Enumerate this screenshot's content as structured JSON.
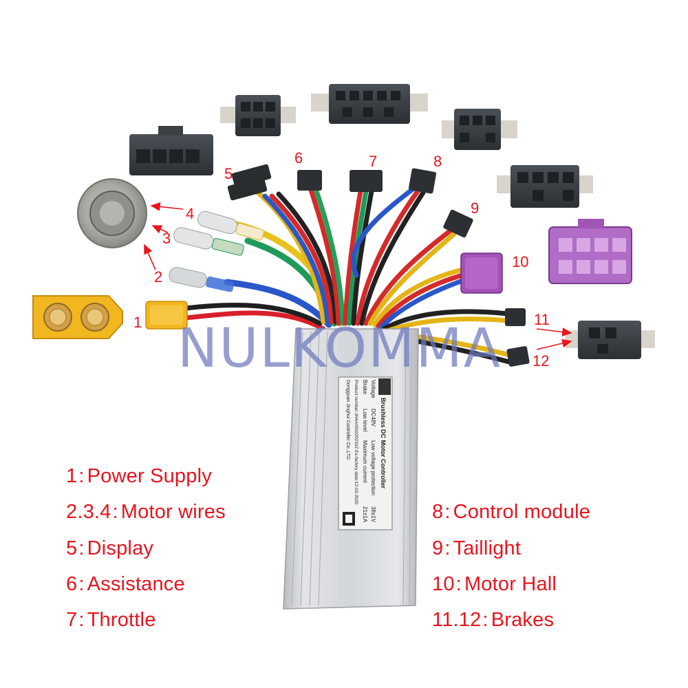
{
  "callout_numbers": [
    "1",
    "2",
    "3",
    "4",
    "5",
    "6",
    "7",
    "8",
    "9",
    "10",
    "11",
    "12"
  ],
  "watermark": "NULKOMMA",
  "label_plate": {
    "title": "Brushless DC Motor Controller",
    "rows": [
      [
        "Voltage",
        "DC48V",
        "Low voltage protection",
        "38±1V"
      ],
      [
        "Brake",
        "Low level",
        "Maximum current",
        "21±1A"
      ]
    ],
    "product_line": "Product number:JH4A//01020210Z  Ex-factory date:12-03-2020",
    "maker_line": "Dongguan Jinghui Controller Co.,LTD"
  },
  "legend": {
    "separator": ":",
    "left": [
      {
        "num": "1",
        "label": "Power Supply"
      },
      {
        "num": "2.3.4",
        "label": "Motor wires"
      },
      {
        "num": "5",
        "label": "Display"
      },
      {
        "num": "6",
        "label": "Assistance"
      },
      {
        "num": "7",
        "label": "Throttle"
      }
    ],
    "right": [
      {
        "num": "8",
        "label": "Control module"
      },
      {
        "num": "9",
        "label": "Taillight"
      },
      {
        "num": "10",
        "label": "Motor Hall"
      },
      {
        "num": "11.12",
        "label": "Brakes"
      }
    ]
  },
  "colors": {
    "legend_red": "#e8141e",
    "xt60_yellow": "#f2b61e",
    "hall_purple": "#a352b6",
    "controller_silver": "#cfd2d6",
    "connector_dark": "#3a3f44"
  }
}
